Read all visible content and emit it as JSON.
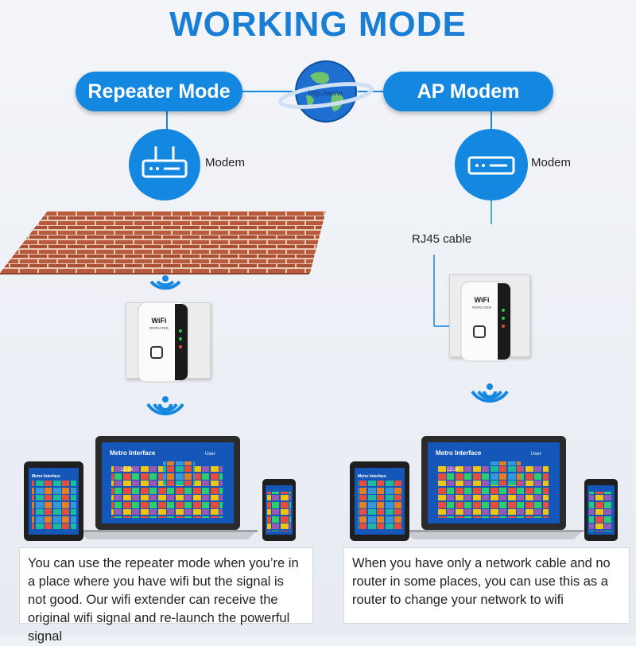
{
  "title": "WORKING MODE",
  "globe_label": "http://www.",
  "left": {
    "mode": "Repeater Mode",
    "modem_label": "Modem",
    "description": "You can use the repeater mode when you’re in a place where you have wifi but the signal is not good. Our wifi extender can receive the original wifi signal and re-launch the powerful signal"
  },
  "right": {
    "mode": "AP Modem",
    "modem_label": "Modem",
    "cable_label": "RJ45 cable",
    "description": "When you have only a network cable and no router in some places, you can use this as a router to change your network to wifi"
  },
  "device": {
    "brand_line1": "WiFi",
    "brand_line2": "REPEATER"
  },
  "screens": {
    "laptop_title": "Metro Interface",
    "user_label": "User",
    "clock": "12:24",
    "tablet_title": "Metro Interface"
  },
  "colors": {
    "accent": "#1487e0",
    "brick": "#b85a3c",
    "mortar": "#e9c9b6"
  }
}
